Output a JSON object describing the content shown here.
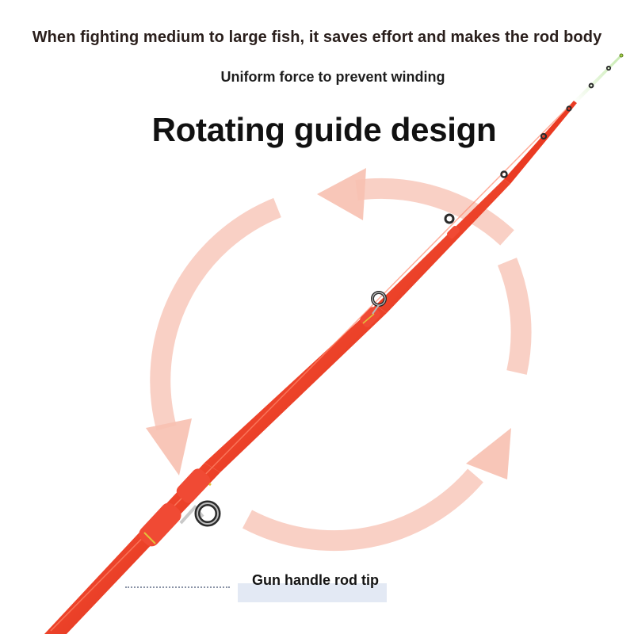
{
  "header": {
    "headline": "When fighting medium to large fish, it saves effort and makes the rod body",
    "subline": "Uniform force to prevent winding",
    "title": "Rotating guide design"
  },
  "footer": {
    "caption": "Gun handle rod tip"
  },
  "colors": {
    "rod": "#e8321e",
    "rod_highlight": "#ff6a4d",
    "wrap_gold": "#e0c23a",
    "arrow": "#f8c4b6",
    "tip": "#ffffff",
    "tip_accent": "#a8d64a"
  }
}
